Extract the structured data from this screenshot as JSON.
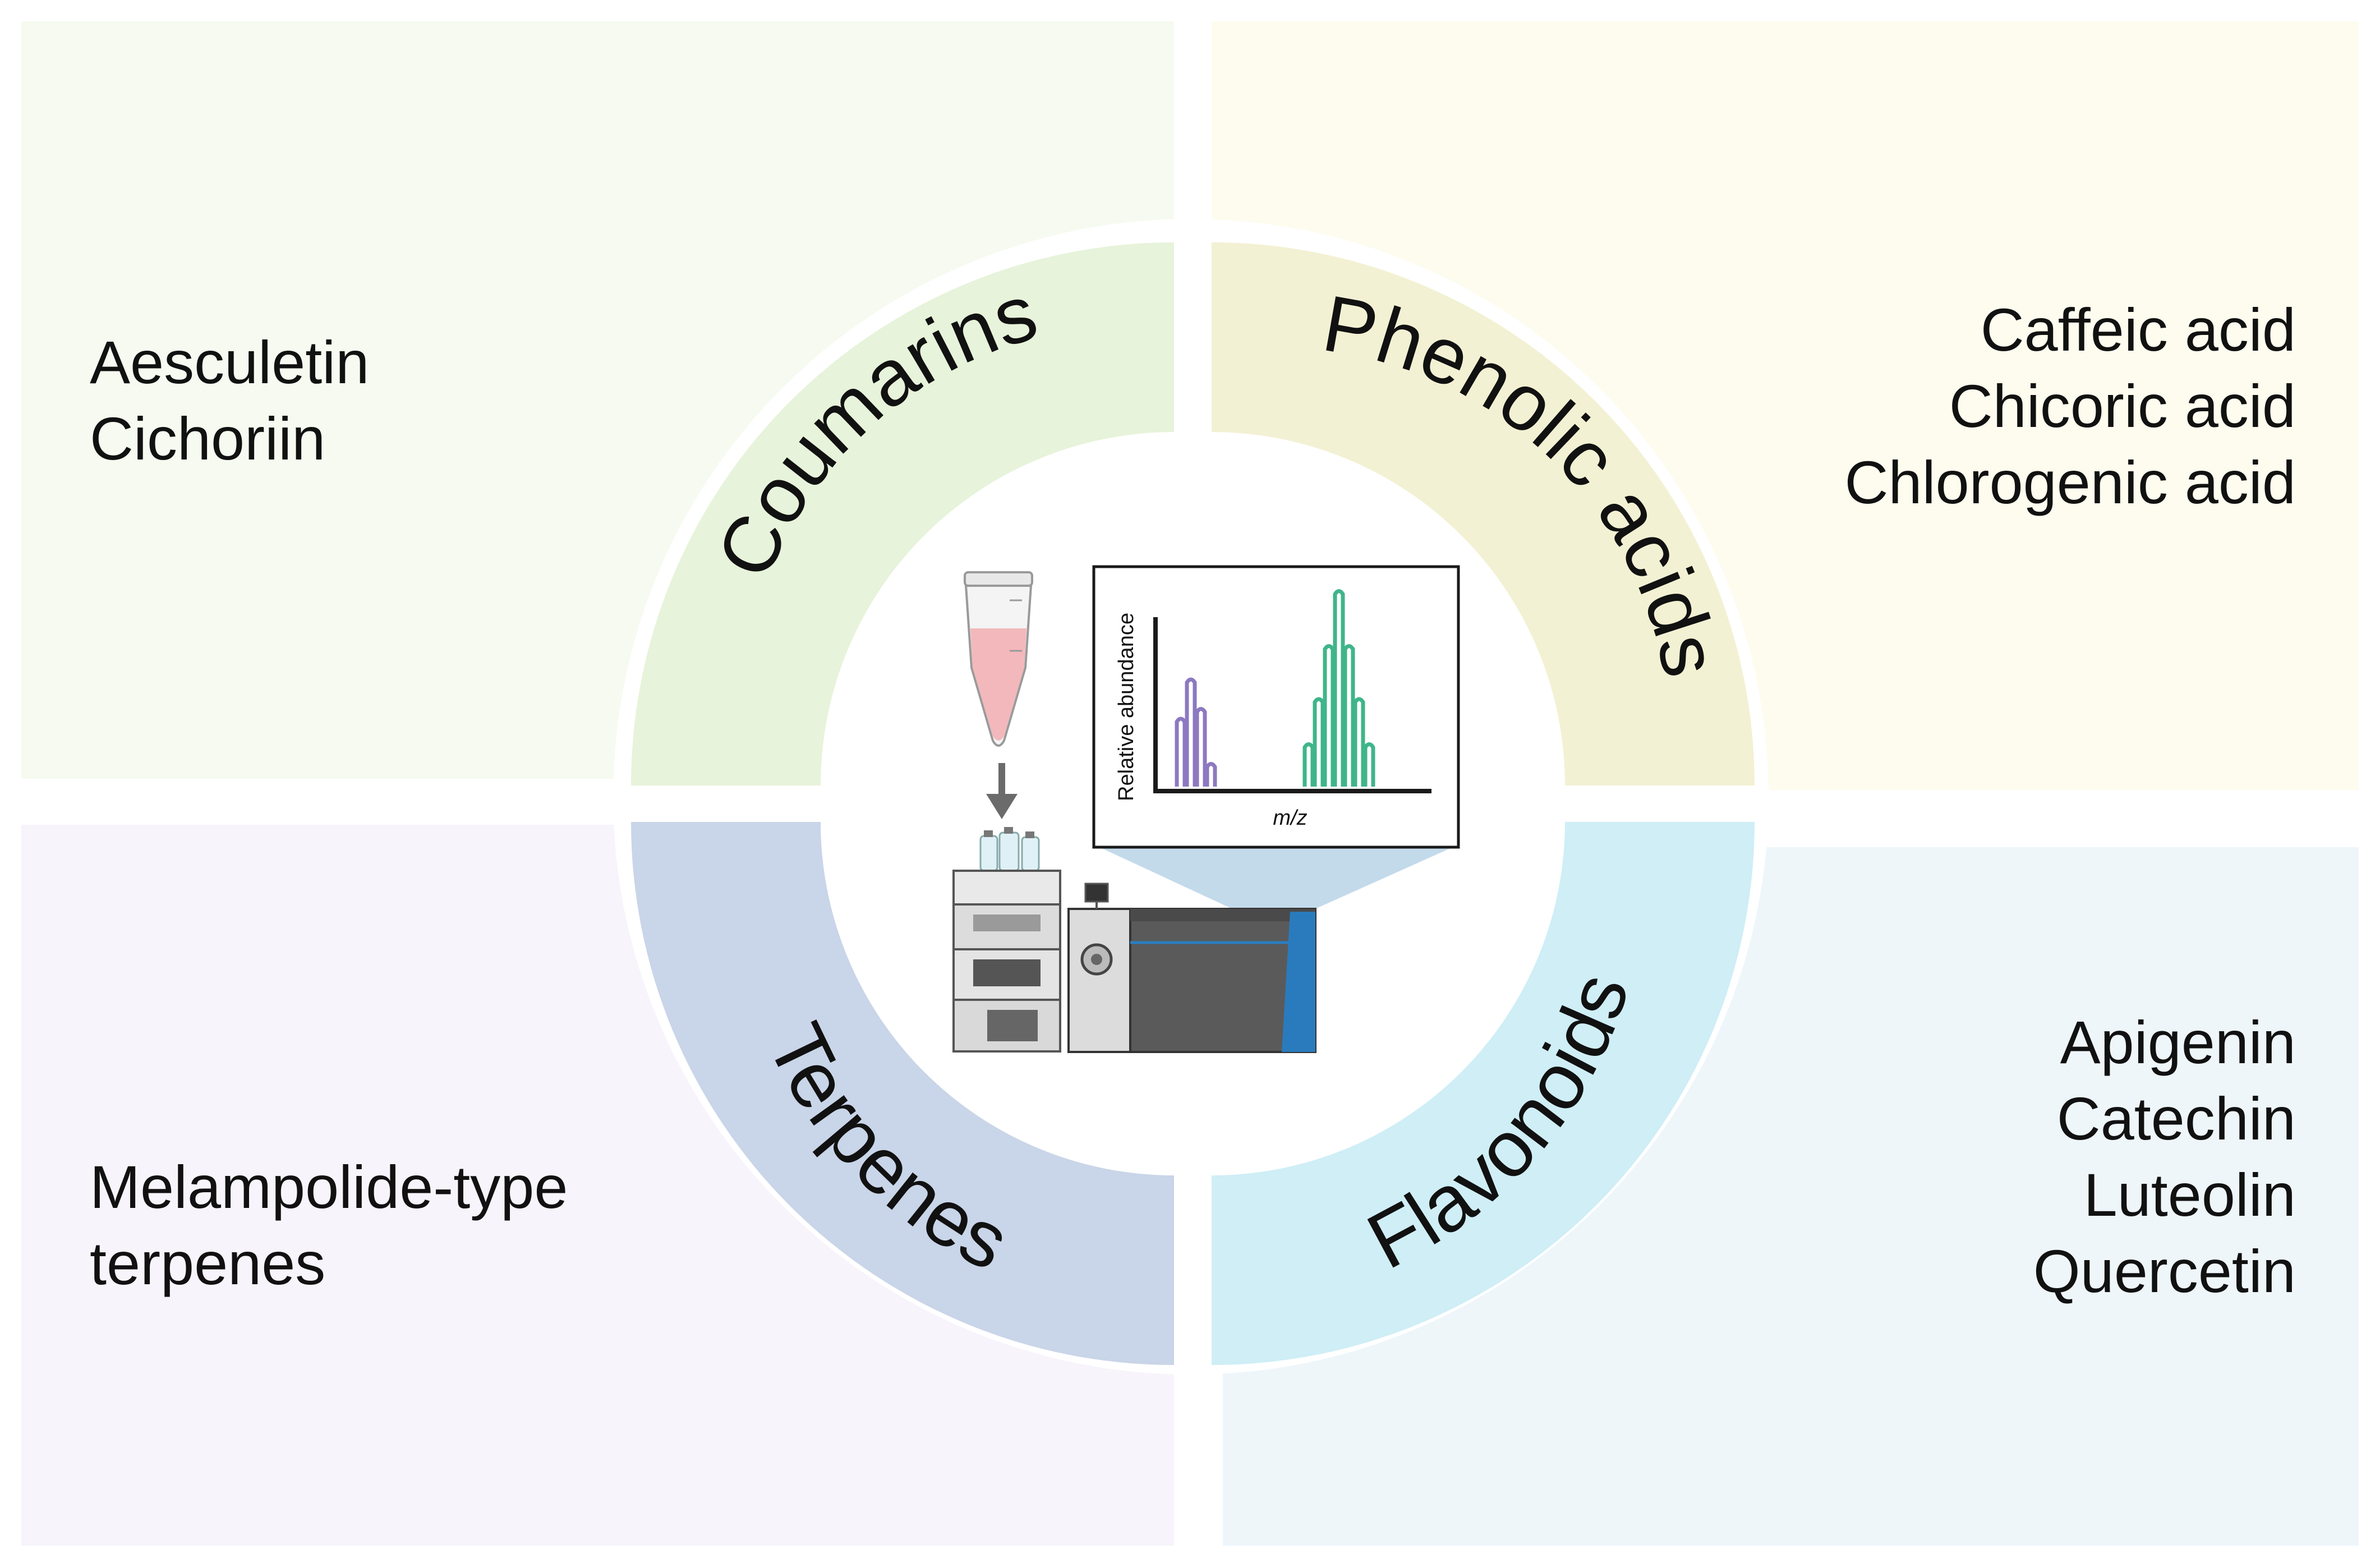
{
  "quadrants": {
    "coumarins": {
      "label": "Coumarins",
      "compounds": [
        "Aesculetin",
        "Cichoriin"
      ],
      "panel_color": "#f6faf0",
      "arc_color": "#e7f3da"
    },
    "phenolic_acids": {
      "label": "Phenolic acids",
      "compounds": [
        "Caffeic acid",
        "Chicoric acid",
        "Chlorogenic acid"
      ],
      "panel_color": "#fdfcee",
      "arc_color": "#f3f1d3"
    },
    "terpenes": {
      "label": "Terpenes",
      "compounds": [
        "Melampolide-type",
        "terpenes"
      ],
      "panel_color": "#f7f4fb",
      "arc_color": "#c9d5e8"
    },
    "flavonoids": {
      "label": "Flavonoids",
      "compounds": [
        "Apigenin",
        "Catechin",
        "Luteolin",
        "Quercetin"
      ],
      "panel_color": "#eef6fa",
      "arc_color": "#cfeef6"
    }
  },
  "spectrum": {
    "ylabel": "Relative abundance",
    "xlabel": "m/z",
    "series": [
      {
        "color": "#8c79c0",
        "peaks": [
          0.35,
          0.55,
          0.4,
          0.12
        ]
      },
      {
        "color": "#3fb58a",
        "peaks": [
          0.22,
          0.45,
          0.72,
          1.0,
          0.72,
          0.45,
          0.22
        ]
      }
    ]
  },
  "center_icons": [
    "sample-tube-icon",
    "lc-ms-instrument-icon",
    "mass-spectrum-icon"
  ]
}
